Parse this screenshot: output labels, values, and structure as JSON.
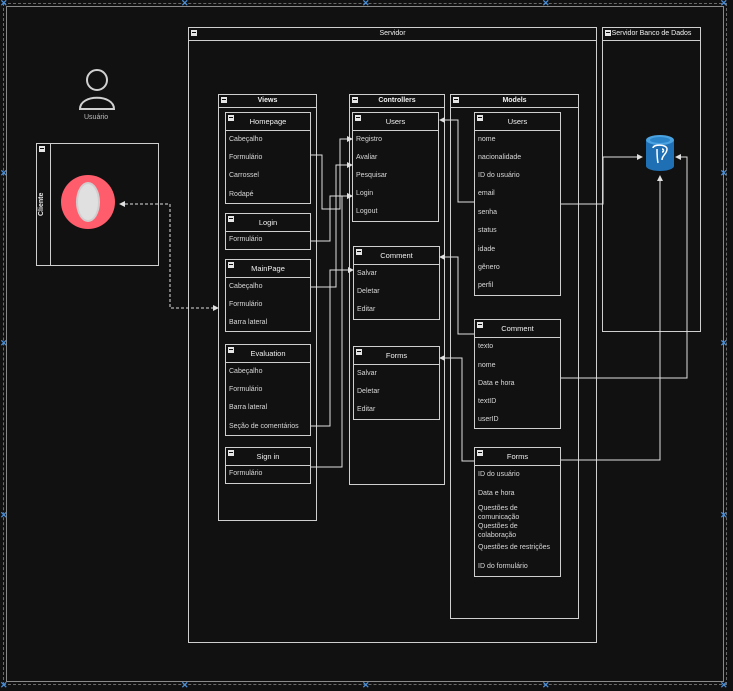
{
  "user": {
    "label": "Usuário",
    "icon": "user-icon"
  },
  "client": {
    "title": "Cliente",
    "browser_icon": "opera-icon"
  },
  "server": {
    "title": "Servidor"
  },
  "db_server": {
    "title": "Servidor Banco de Dados",
    "db_icon": "postgresql-icon"
  },
  "views": {
    "title": "Views",
    "homepage": {
      "title": "Homepage",
      "items": [
        "Cabeçalho",
        "Formulário",
        "Carrossel",
        "Rodapé"
      ]
    },
    "login": {
      "title": "Login",
      "items": [
        "Formulário"
      ]
    },
    "mainpage": {
      "title": "MainPage",
      "items": [
        "Cabeçalho",
        "Formulário",
        "Barra lateral"
      ]
    },
    "evaluation": {
      "title": "Evaluation",
      "items": [
        "Cabeçalho",
        "Formulário",
        "Barra lateral",
        "Seção de comentários"
      ]
    },
    "signin": {
      "title": "Sign in",
      "items": [
        "Formulário"
      ]
    }
  },
  "controllers": {
    "title": "Controllers",
    "users": {
      "title": "Users",
      "items": [
        "Registro",
        "Avaliar",
        "Pesquisar",
        "Login",
        "Logout"
      ]
    },
    "comment": {
      "title": "Comment",
      "items": [
        "Salvar",
        "Deletar",
        "Editar"
      ]
    },
    "forms": {
      "title": "Forms",
      "items": [
        "Salvar",
        "Deletar",
        "Editar"
      ]
    }
  },
  "models": {
    "title": "Models",
    "users": {
      "title": "Users",
      "items": [
        "nome",
        "nacionalidade",
        "ID do usuário",
        "email",
        "senha",
        "status",
        "idade",
        "gênero",
        "perfil"
      ]
    },
    "comment": {
      "title": "Comment",
      "items": [
        "texto",
        "nome",
        "Data e hora",
        "textID",
        "userID"
      ]
    },
    "forms": {
      "title": "Forms",
      "items": [
        "ID do usuário",
        "Data e hora",
        "Questões de comunicação",
        "Questões de colaboração",
        "Questões de restrições",
        "ID do formulário"
      ]
    }
  },
  "colors": {
    "background": "#111111",
    "stroke": "#cfcfcf",
    "handle": "#4a90d9",
    "opera": "#ff5c6c",
    "postgres": "#336791"
  }
}
